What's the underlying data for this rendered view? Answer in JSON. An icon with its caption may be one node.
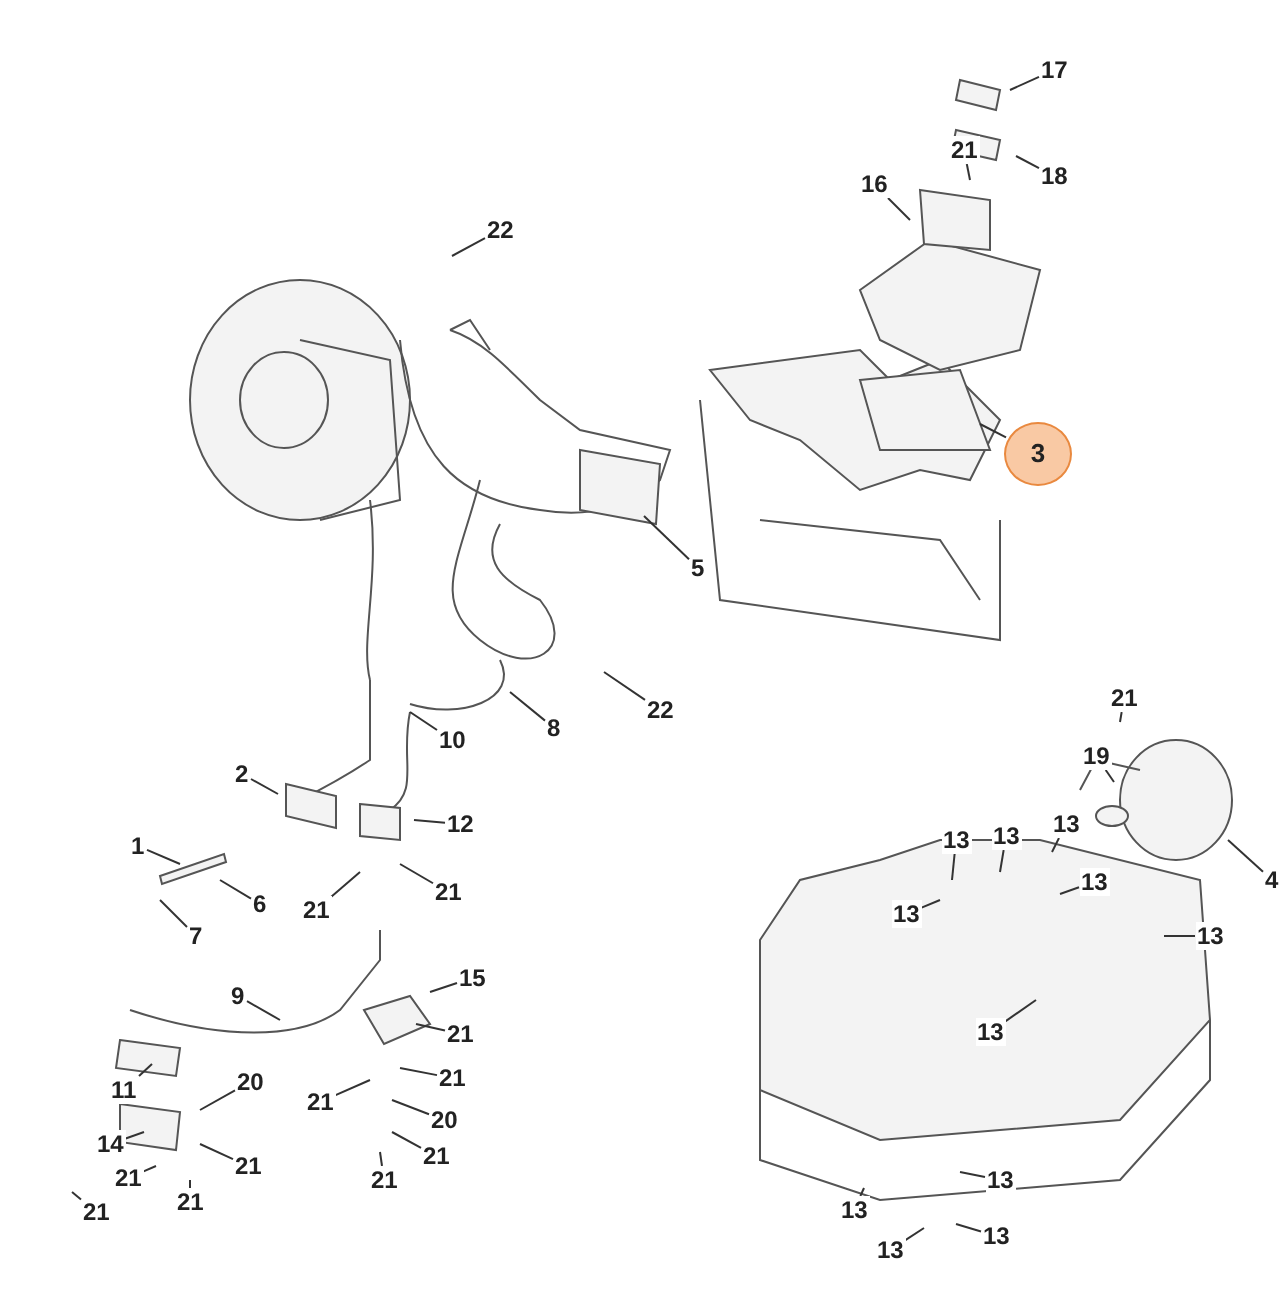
{
  "diagram": {
    "nodes": [
      {
        "text": [
          "17"
        ]
      },
      {
        "text": [
          "21"
        ]
      },
      {
        "text": [
          "18"
        ]
      },
      {
        "text": [
          "16"
        ]
      },
      {
        "text": [
          "22"
        ]
      },
      {
        "text": [
          "3"
        ]
      },
      {
        "text": [
          "5"
        ]
      },
      {
        "text": [
          "22"
        ]
      },
      {
        "text": [
          "8"
        ]
      },
      {
        "text": [
          "10"
        ]
      },
      {
        "text": [
          "2"
        ]
      },
      {
        "text": [
          "12"
        ]
      },
      {
        "text": [
          "1"
        ]
      },
      {
        "text": [
          "6"
        ]
      },
      {
        "text": [
          "21"
        ]
      },
      {
        "text": [
          "21"
        ]
      },
      {
        "text": [
          "7"
        ]
      },
      {
        "text": [
          "21"
        ]
      },
      {
        "text": [
          "19"
        ]
      },
      {
        "text": [
          "4"
        ]
      },
      {
        "text": [
          "13"
        ]
      },
      {
        "text": [
          "13"
        ]
      },
      {
        "text": [
          "13"
        ]
      },
      {
        "text": [
          "13"
        ]
      },
      {
        "text": [
          "13"
        ]
      },
      {
        "text": [
          "13"
        ]
      },
      {
        "text": [
          "13"
        ]
      },
      {
        "text": [
          "9"
        ]
      },
      {
        "text": [
          "15"
        ]
      },
      {
        "text": [
          "11"
        ]
      },
      {
        "text": [
          "20"
        ]
      },
      {
        "text": [
          "14"
        ]
      },
      {
        "text": [
          "21"
        ]
      },
      {
        "text": [
          "21"
        ]
      },
      {
        "text": [
          "21"
        ]
      },
      {
        "text": [
          "20"
        ]
      },
      {
        "text": [
          "21"
        ]
      },
      {
        "text": [
          "21"
        ]
      },
      {
        "text": [
          "21"
        ]
      },
      {
        "text": [
          "21"
        ]
      },
      {
        "text": [
          "21"
        ]
      },
      {
        "text": [
          "21"
        ]
      },
      {
        "text": [
          "13"
        ]
      },
      {
        "text": [
          "13"
        ]
      },
      {
        "text": [
          "13"
        ]
      },
      {
        "text": [
          "13"
        ]
      }
    ],
    "edges": [
      {
        "from": 0,
        "to": null,
        "arrow": "none"
      },
      {
        "from": 1,
        "to": null,
        "arrow": "none"
      },
      {
        "from": 2,
        "to": null,
        "arrow": "none"
      },
      {
        "from": 3,
        "to": null,
        "arrow": "none"
      },
      {
        "from": 4,
        "to": null,
        "arrow": "none"
      },
      {
        "from": 5,
        "to": null,
        "arrow": "none"
      },
      {
        "from": 6,
        "to": null,
        "arrow": "none"
      },
      {
        "from": 7,
        "to": null,
        "arrow": "none"
      },
      {
        "from": 8,
        "to": null,
        "arrow": "none"
      },
      {
        "from": 9,
        "to": null,
        "arrow": "none"
      },
      {
        "from": 10,
        "to": null,
        "arrow": "none"
      },
      {
        "from": 11,
        "to": null,
        "arrow": "none"
      },
      {
        "from": 12,
        "to": null,
        "arrow": "none"
      },
      {
        "from": 13,
        "to": null,
        "arrow": "none"
      },
      {
        "from": 14,
        "to": null,
        "arrow": "none"
      },
      {
        "from": 15,
        "to": null,
        "arrow": "none"
      },
      {
        "from": 16,
        "to": null,
        "arrow": "none"
      },
      {
        "from": 17,
        "to": null,
        "arrow": "none"
      },
      {
        "from": 18,
        "to": null,
        "arrow": "none"
      },
      {
        "from": 19,
        "to": null,
        "arrow": "none"
      },
      {
        "from": 20,
        "to": null,
        "arrow": "none"
      },
      {
        "from": 21,
        "to": null,
        "arrow": "none"
      },
      {
        "from": 22,
        "to": null,
        "arrow": "none"
      },
      {
        "from": 23,
        "to": null,
        "arrow": "none"
      },
      {
        "from": 24,
        "to": null,
        "arrow": "none"
      },
      {
        "from": 25,
        "to": null,
        "arrow": "none"
      },
      {
        "from": 26,
        "to": null,
        "arrow": "none"
      },
      {
        "from": 27,
        "to": null,
        "arrow": "none"
      },
      {
        "from": 28,
        "to": null,
        "arrow": "none"
      },
      {
        "from": 29,
        "to": null,
        "arrow": "none"
      },
      {
        "from": 30,
        "to": null,
        "arrow": "none"
      },
      {
        "from": 31,
        "to": null,
        "arrow": "none"
      },
      {
        "from": 32,
        "to": null,
        "arrow": "none"
      },
      {
        "from": 33,
        "to": null,
        "arrow": "none"
      },
      {
        "from": 34,
        "to": null,
        "arrow": "none"
      },
      {
        "from": 35,
        "to": null,
        "arrow": "none"
      },
      {
        "from": 36,
        "to": null,
        "arrow": "none"
      },
      {
        "from": 37,
        "to": null,
        "arrow": "none"
      },
      {
        "from": 38,
        "to": null,
        "arrow": "none"
      },
      {
        "from": 39,
        "to": null,
        "arrow": "none"
      },
      {
        "from": 40,
        "to": null,
        "arrow": "none"
      },
      {
        "from": 41,
        "to": null,
        "arrow": "none"
      },
      {
        "from": 42,
        "to": null,
        "arrow": "none"
      },
      {
        "from": 43,
        "to": null,
        "arrow": "none"
      },
      {
        "from": 44,
        "to": null,
        "arrow": "none"
      },
      {
        "from": 45,
        "to": null,
        "arrow": "none"
      }
    ]
  }
}
